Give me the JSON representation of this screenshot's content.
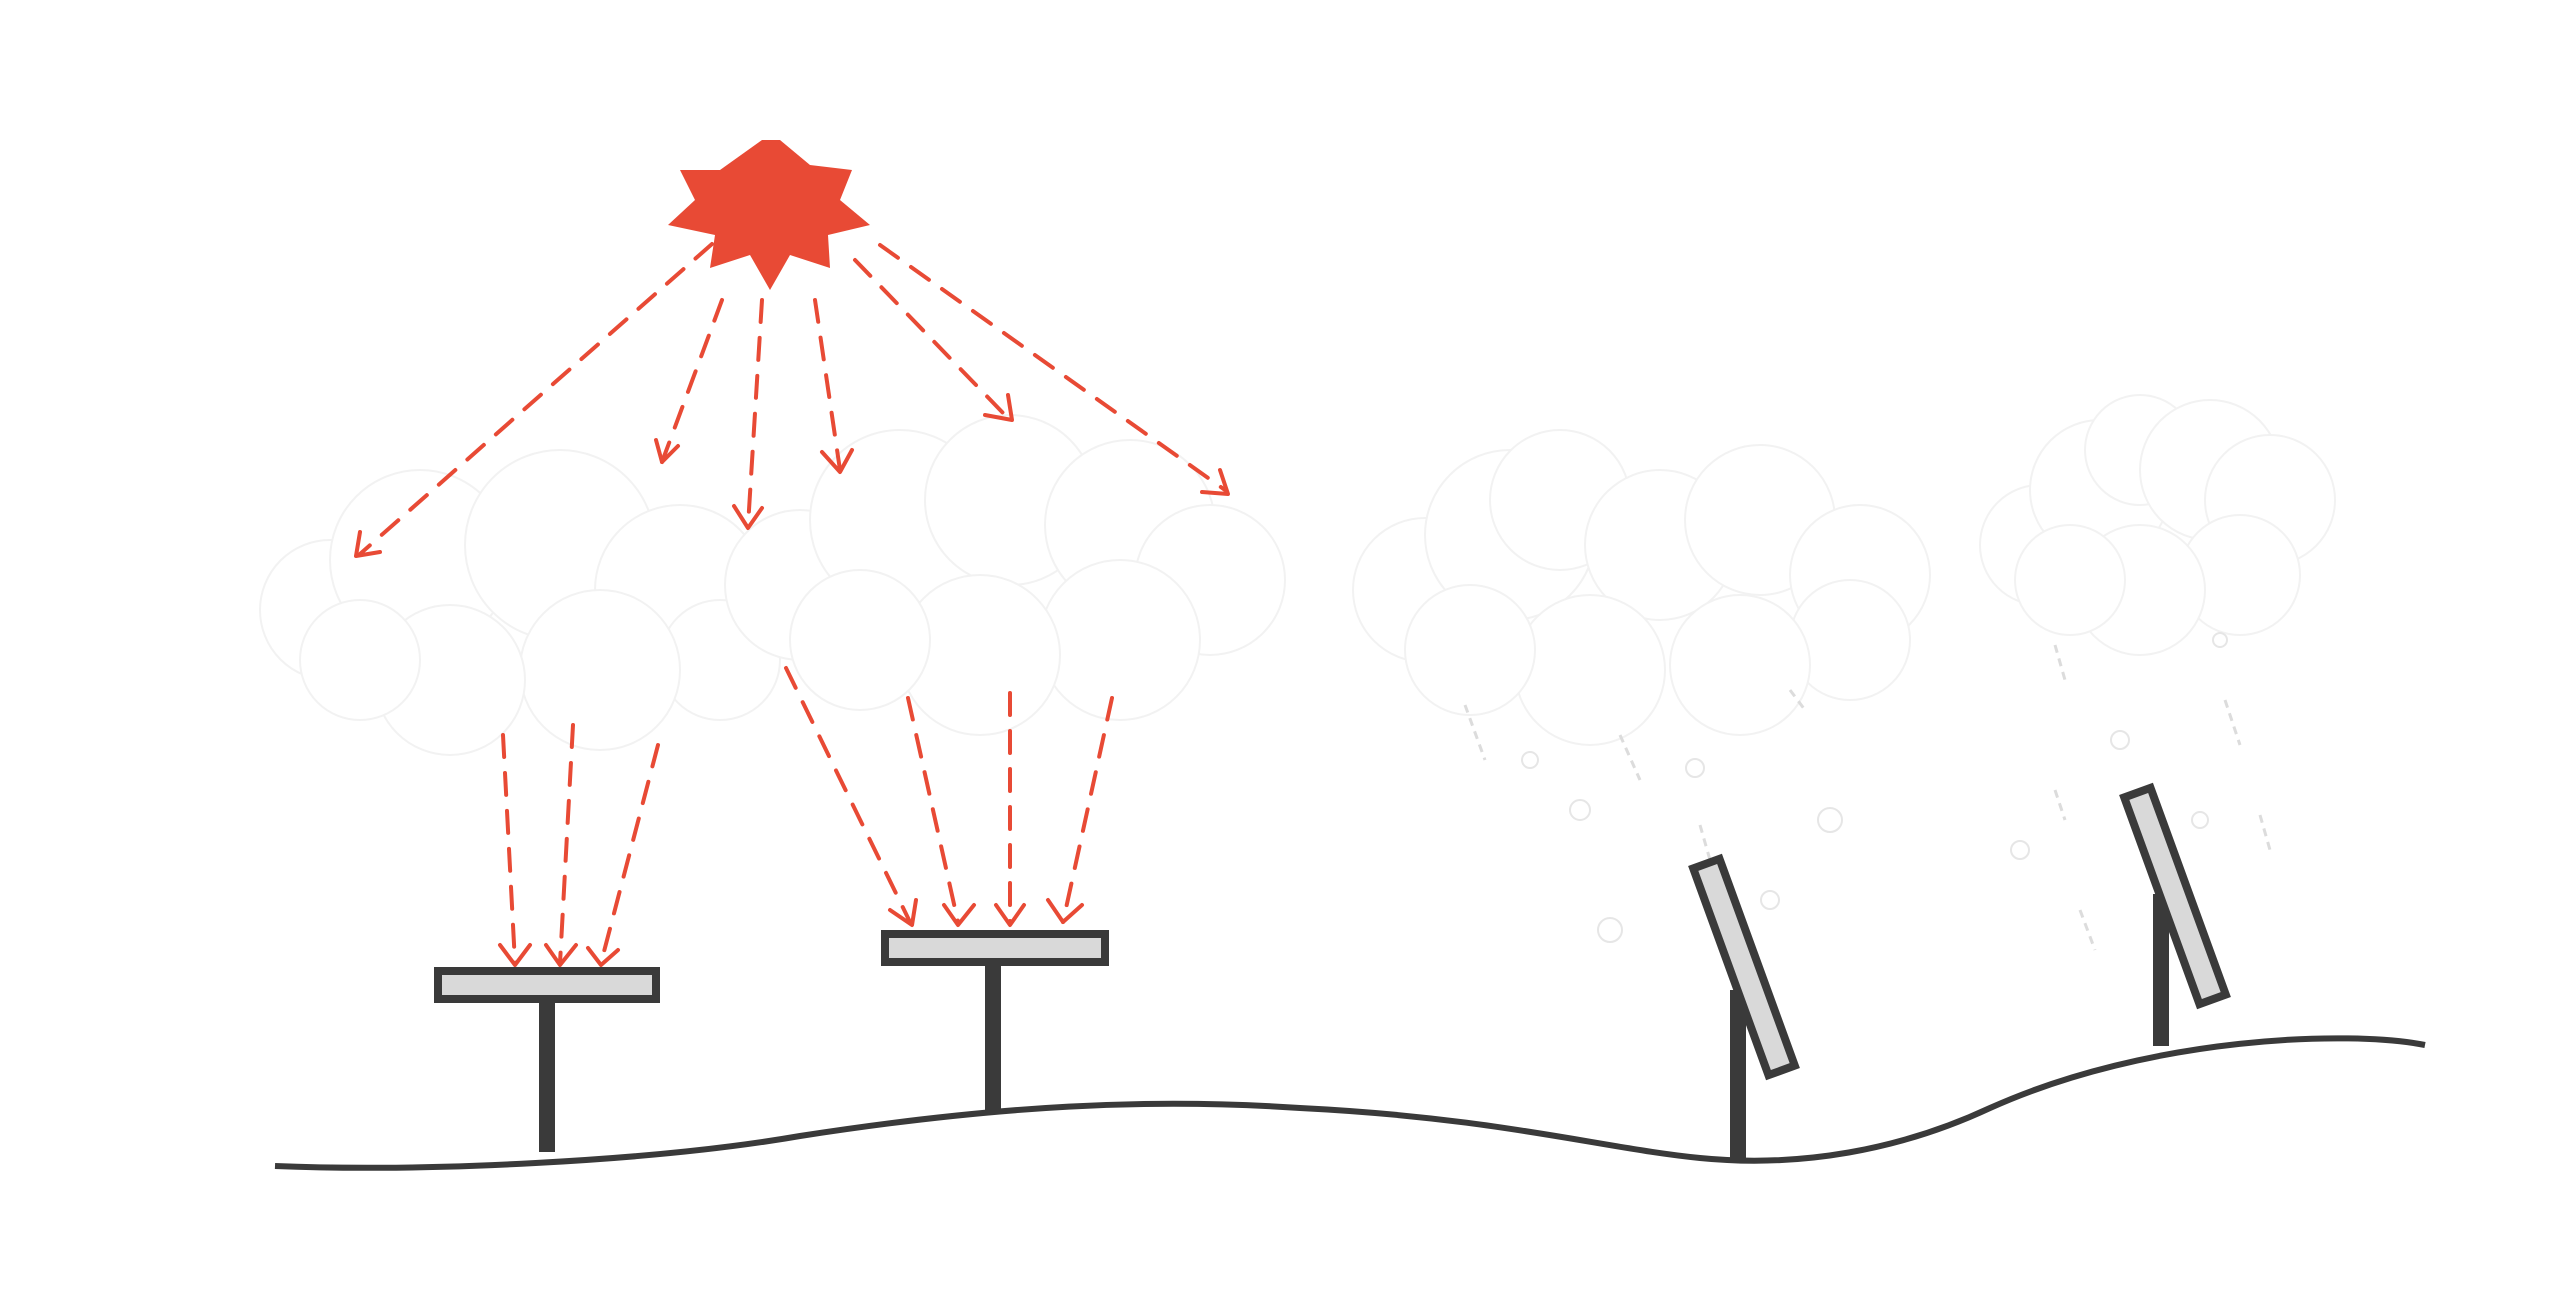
{
  "colors": {
    "background": "#ffffff",
    "sun": "#e84a35",
    "ray": "#e84a35",
    "ground": "#3a3a3a",
    "panel_fill": "#d9d9d9",
    "panel_stroke": "#3a3a3a",
    "cloud_fill": "#ffffff",
    "cloud_edge": "#f2f2f2",
    "rain": "#dcdcdc"
  },
  "elements": {
    "sun": {
      "icon": "sun-burst-icon"
    },
    "clouds": [
      {
        "name": "cloud-left",
        "icon": "cloud-icon"
      },
      {
        "name": "cloud-center",
        "icon": "cloud-icon"
      },
      {
        "name": "cloud-storm-1",
        "icon": "storm-cloud-icon"
      },
      {
        "name": "cloud-storm-2",
        "icon": "storm-cloud-icon"
      }
    ],
    "panels": [
      {
        "name": "solar-panel-1",
        "orientation": "flat",
        "icon": "solar-panel-icon"
      },
      {
        "name": "solar-panel-2",
        "orientation": "flat",
        "icon": "solar-panel-icon"
      },
      {
        "name": "solar-panel-3",
        "orientation": "tilted",
        "icon": "solar-panel-icon"
      },
      {
        "name": "solar-panel-4",
        "orientation": "tilted",
        "icon": "solar-panel-icon"
      }
    ],
    "ground": {
      "icon": "ground-line"
    }
  }
}
